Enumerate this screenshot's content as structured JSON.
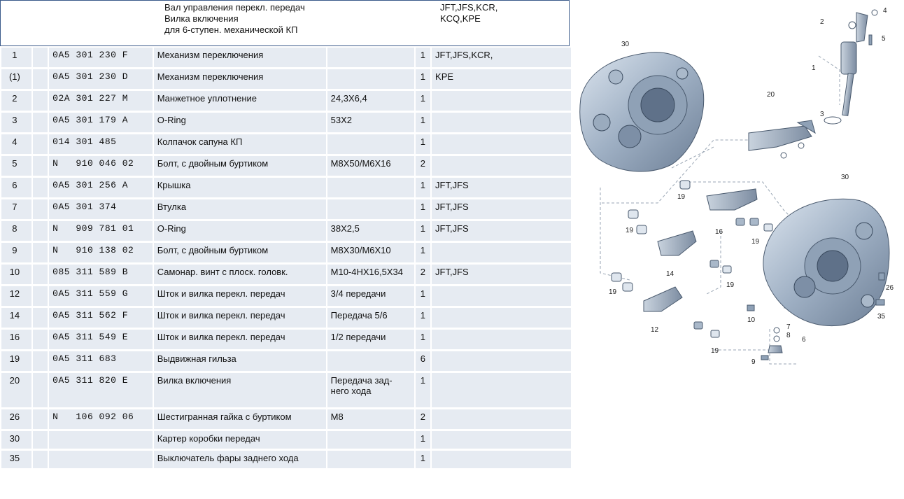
{
  "header": {
    "description": "Вал управления перекл. передач\nВилка включения\nдля 6-ступен. механической КП",
    "models": "JFT,JFS,KCR,\nKCQ,KPE"
  },
  "rows": [
    {
      "pos": "1",
      "num": "0A5 301 230 F",
      "name": "Механизм переключения",
      "qual": "",
      "qty": "1",
      "models": "JFT,JFS,KCR,"
    },
    {
      "pos": "(1)",
      "num": "0A5 301 230 D",
      "name": "Механизм переключения",
      "qual": "",
      "qty": "1",
      "models": "KPE"
    },
    {
      "pos": "2",
      "num": "02A 301 227 M",
      "name": "Манжетное уплотнение",
      "qual": "24,3X6,4",
      "qty": "1",
      "models": ""
    },
    {
      "pos": "3",
      "num": "0A5 301 179 A",
      "name": "O-Ring",
      "qual": "53X2",
      "qty": "1",
      "models": ""
    },
    {
      "pos": "4",
      "num": "014 301 485",
      "name": "Колпачок сапуна КП",
      "qual": "",
      "qty": "1",
      "models": ""
    },
    {
      "pos": "5",
      "num": "N   910 046 02",
      "name": "Болт, с двойным буртиком",
      "qual": "M8X50/M6X16",
      "qty": "2",
      "models": ""
    },
    {
      "pos": "6",
      "num": "0A5 301 256 A",
      "name": "Крышка",
      "qual": "",
      "qty": "1",
      "models": "JFT,JFS"
    },
    {
      "pos": "7",
      "num": "0A5 301 374",
      "name": "Втулка",
      "qual": "",
      "qty": "1",
      "models": "JFT,JFS"
    },
    {
      "pos": "8",
      "num": "N   909 781 01",
      "name": "O-Ring",
      "qual": "38X2,5",
      "qty": "1",
      "models": "JFT,JFS"
    },
    {
      "pos": "9",
      "num": "N   910 138 02",
      "name": "Болт, с двойным буртиком",
      "qual": "M8X30/M6X10",
      "qty": "1",
      "models": ""
    },
    {
      "pos": "10",
      "num": "085 311 589 B",
      "name": "Самонар. винт с плоск. головк.",
      "qual": "M10-4HX16,5X34",
      "qty": "2",
      "models": "JFT,JFS"
    },
    {
      "pos": "12",
      "num": "0A5 311 559 G",
      "name": "Шток и вилка перекл. передач",
      "qual": "3/4 передачи",
      "qty": "1",
      "models": ""
    },
    {
      "pos": "14",
      "num": "0A5 311 562 F",
      "name": "Шток и вилка перекл. передач",
      "qual": "Передача 5/6",
      "qty": "1",
      "models": ""
    },
    {
      "pos": "16",
      "num": "0A5 311 549 E",
      "name": "Шток и вилка перекл. передач",
      "qual": "1/2 передачи",
      "qty": "1",
      "models": ""
    },
    {
      "pos": "19",
      "num": "0A5 311 683",
      "name": "Выдвижная гильза",
      "qual": "",
      "qty": "6",
      "models": ""
    },
    {
      "pos": "20",
      "num": "0A5 311 820 E",
      "name": "Вилка включения",
      "qual": "Передача зад-\nнего хода",
      "qty": "1",
      "models": ""
    },
    {
      "pos": "26",
      "num": "N   106 092 06",
      "name": "Шестигранная гайка с буртиком",
      "qual": "M8",
      "qty": "2",
      "models": ""
    },
    {
      "pos": "30",
      "num": "",
      "name": "Картер коробки передач",
      "qual": "",
      "qty": "1",
      "models": ""
    },
    {
      "pos": "35",
      "num": "",
      "name": "Выключатель фары заднего хода",
      "qual": "",
      "qty": "1",
      "models": ""
    }
  ],
  "diagram": {
    "callouts": [
      "30",
      "2",
      "4",
      "5",
      "1",
      "3",
      "20",
      "30",
      "19",
      "16",
      "19",
      "19",
      "14",
      "19",
      "19",
      "12",
      "19",
      "10",
      "26",
      "35",
      "7",
      "8",
      "6",
      "9"
    ]
  }
}
